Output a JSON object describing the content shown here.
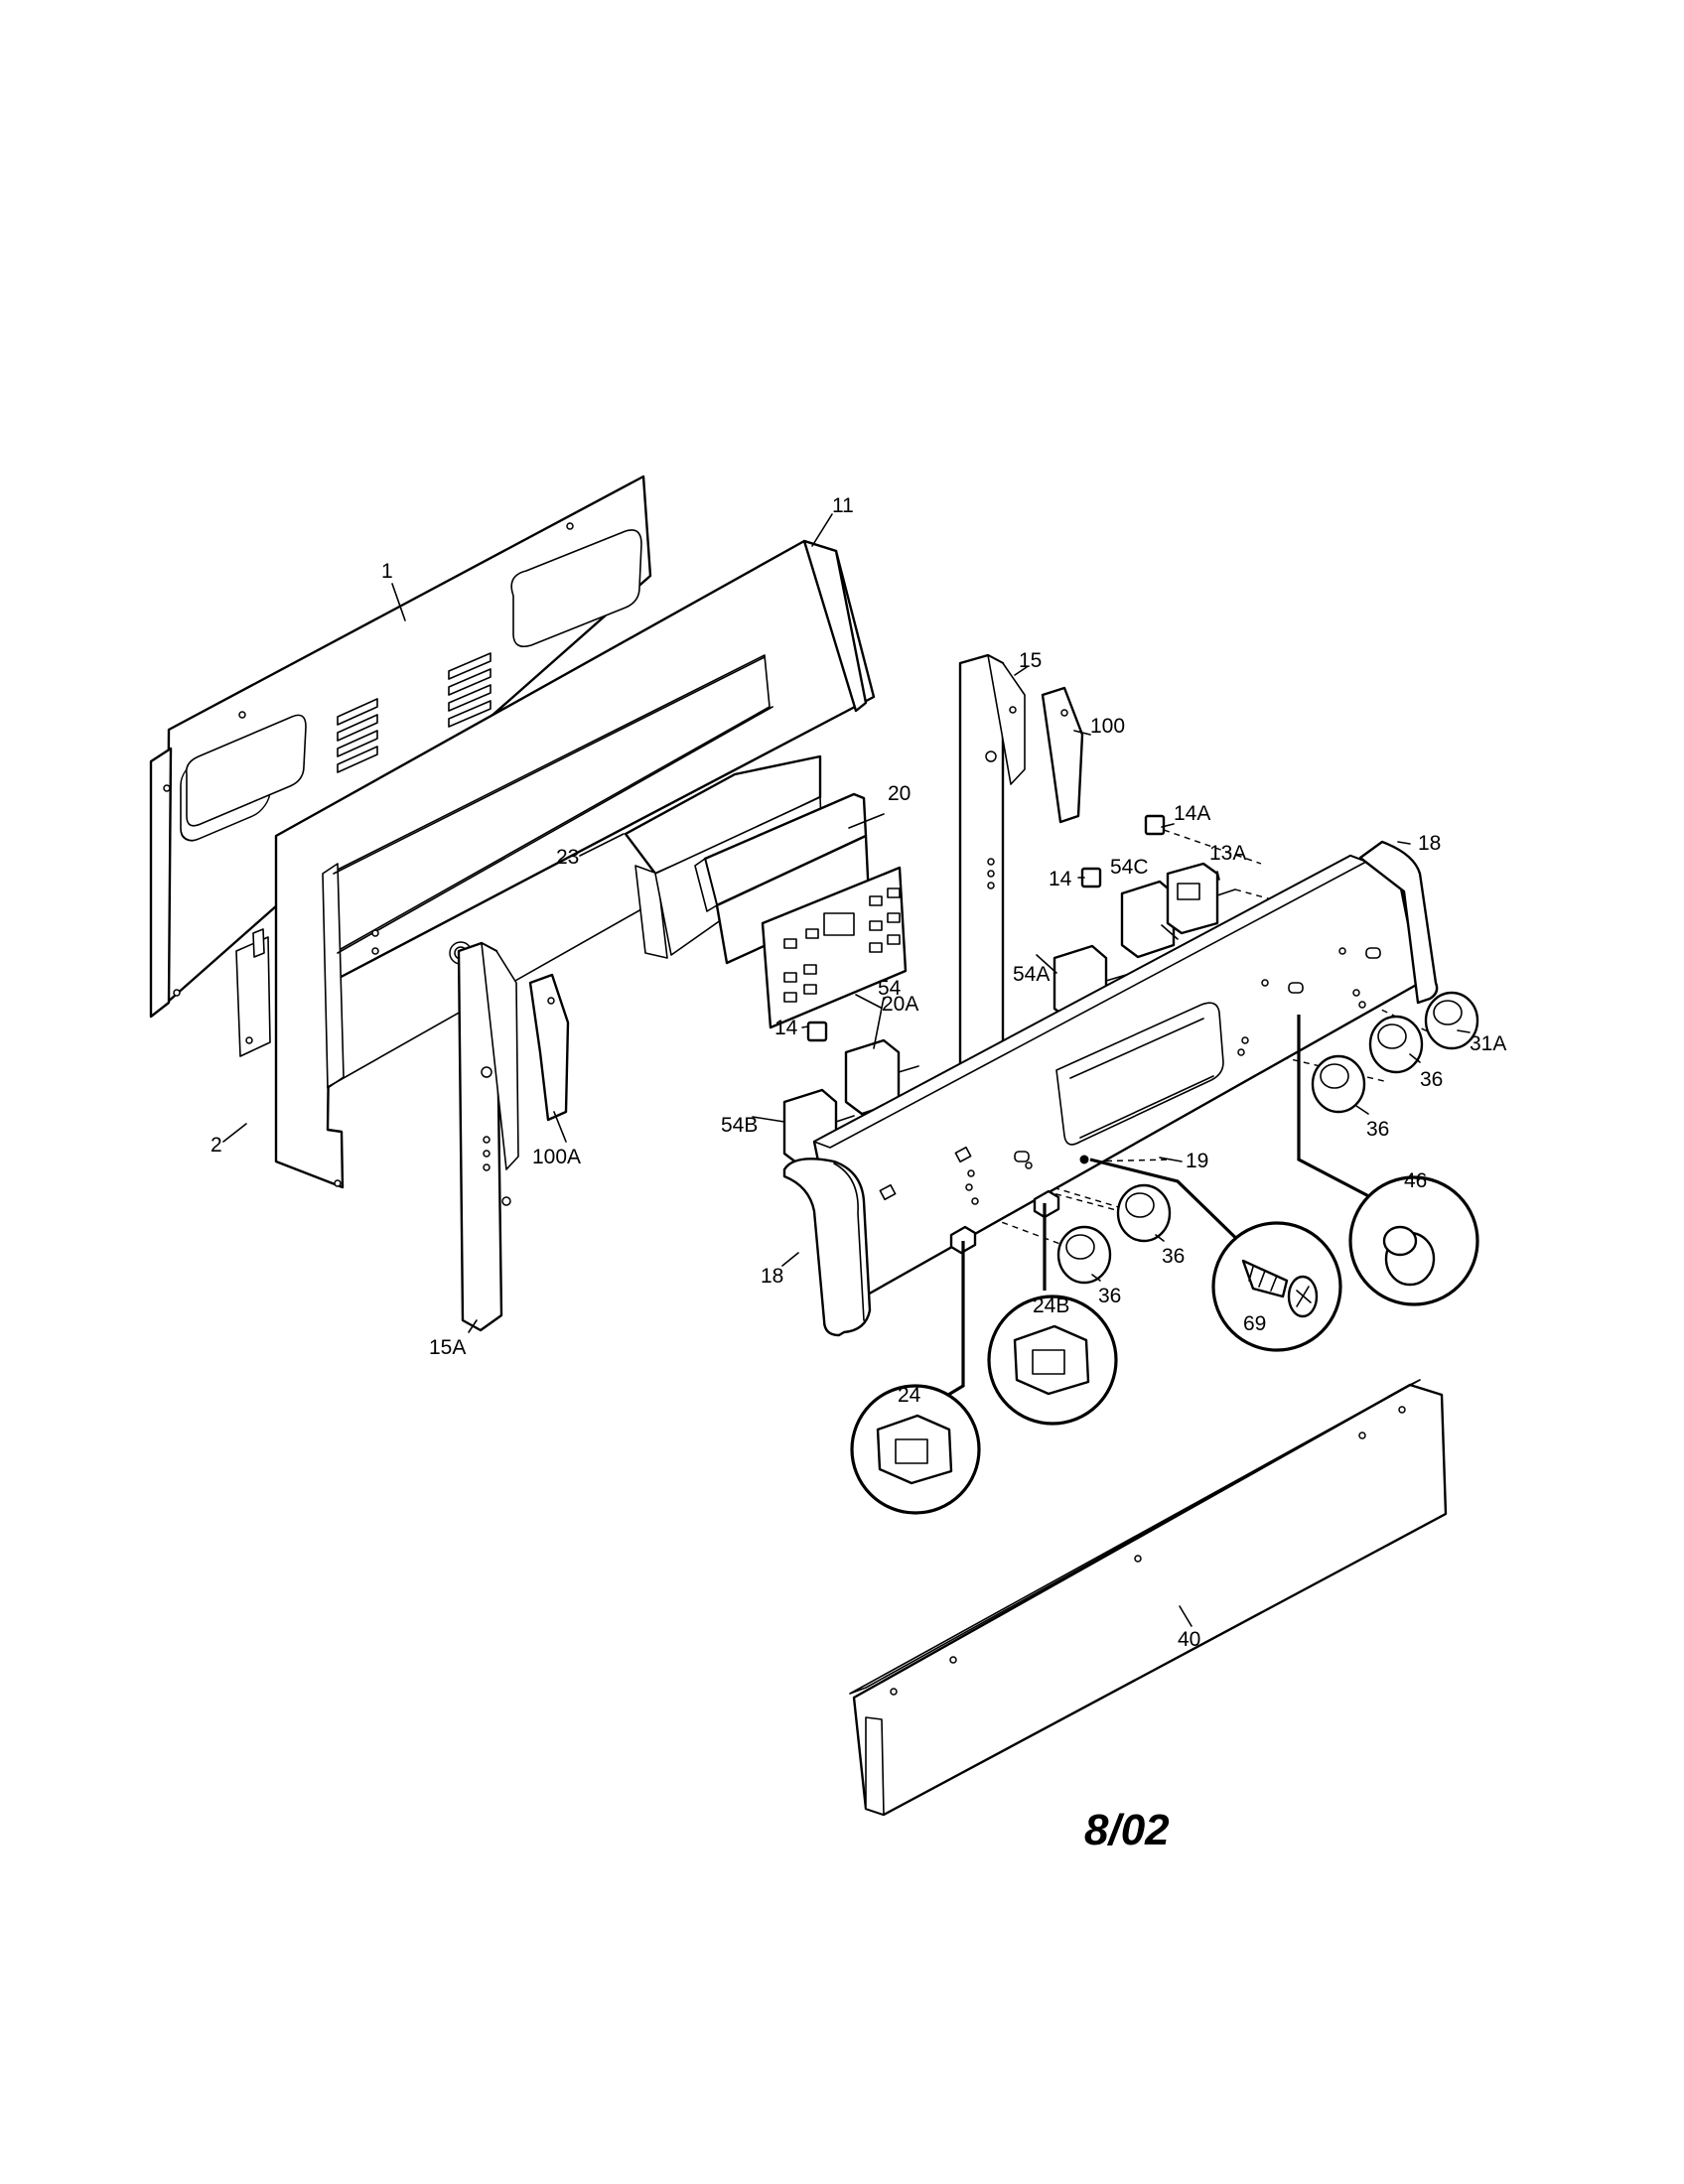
{
  "callouts": {
    "c1": "1",
    "c2": "2",
    "c11": "11",
    "c13A": "13A",
    "c14a": "14",
    "c14b": "14",
    "c14A": "14A",
    "c15": "15",
    "c15A": "15A",
    "c18a": "18",
    "c18b": "18",
    "c19": "19",
    "c20": "20",
    "c20A": "20A",
    "c23": "23",
    "c24": "24",
    "c24B": "24B",
    "c31A": "31A",
    "c36a": "36",
    "c36b": "36",
    "c36c": "36",
    "c36d": "36",
    "c40": "40",
    "c46": "46",
    "c54": "54",
    "c54A": "54A",
    "c54B": "54B",
    "c54C": "54C",
    "c69": "69",
    "c100": "100",
    "c100A": "100A"
  },
  "date_stamp": "8/02"
}
